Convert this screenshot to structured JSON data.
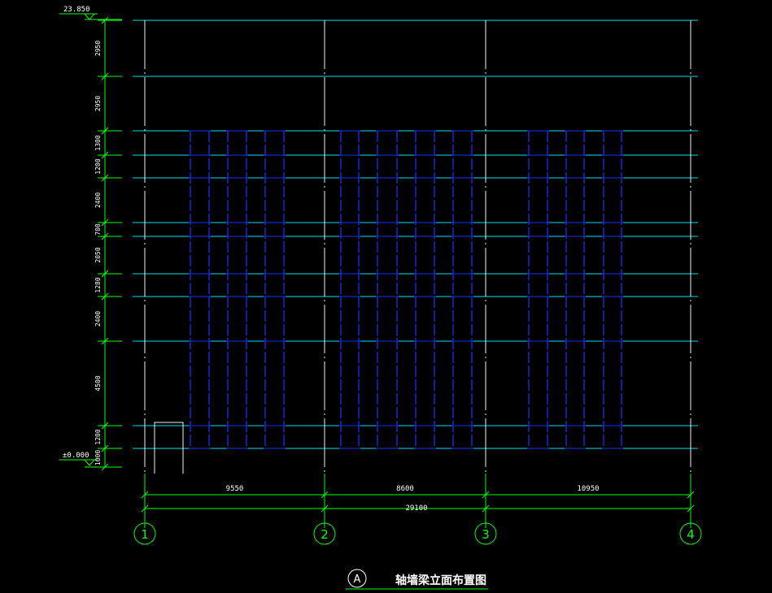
{
  "drawing": {
    "top_elevation": "23.850",
    "zero_elevation": "±0.000",
    "title_circle_letter": "A",
    "title_text": "轴墙梁立面布置图"
  },
  "vertical_dimensions": [
    {
      "label": "2950"
    },
    {
      "label": "2950"
    },
    {
      "label": "1300"
    },
    {
      "label": "1200"
    },
    {
      "label": "2400"
    },
    {
      "label": "700"
    },
    {
      "label": "2050"
    },
    {
      "label": "1280"
    },
    {
      "label": "2400"
    },
    {
      "label": "4500"
    },
    {
      "label": "1200"
    },
    {
      "label": "1000"
    }
  ],
  "horizontal_dimensions": {
    "spans": [
      {
        "label": "9550"
      },
      {
        "label": "8600"
      },
      {
        "label": "10950"
      }
    ],
    "total": {
      "label": "29100"
    }
  },
  "grid_axes": [
    {
      "label": "1"
    },
    {
      "label": "2"
    },
    {
      "label": "3"
    },
    {
      "label": "4"
    }
  ],
  "colors": {
    "background": "#000000",
    "beam_line": "#00e0e8",
    "column_line": "#f0f0f0",
    "blue_member": "#1530ff",
    "dimension": "#00ff00",
    "text": "#ffffff"
  }
}
